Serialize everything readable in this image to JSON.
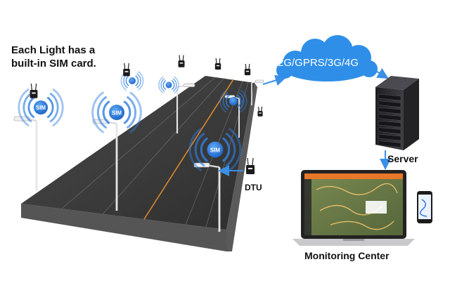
{
  "note": {
    "line1": "Each Light has a",
    "line2": "built-in SIM card."
  },
  "network": {
    "label": "2G/GPRS/3G/4G"
  },
  "labels": {
    "dtu": "DTU",
    "server": "Server",
    "monitoring_center": "Monitoring Center"
  },
  "sim": {
    "label": "SIM"
  },
  "colors": {
    "road": "#3b3b3b",
    "road_edge": "#6b6b6b",
    "center_line": "#d88a2e",
    "wave": "#2f7fe0",
    "cloud": "#2f8fe8",
    "server": "#2a2a2e",
    "arrow": "#3a8fe6",
    "app_header": "#e8772a",
    "map": "#6b7d4a"
  }
}
